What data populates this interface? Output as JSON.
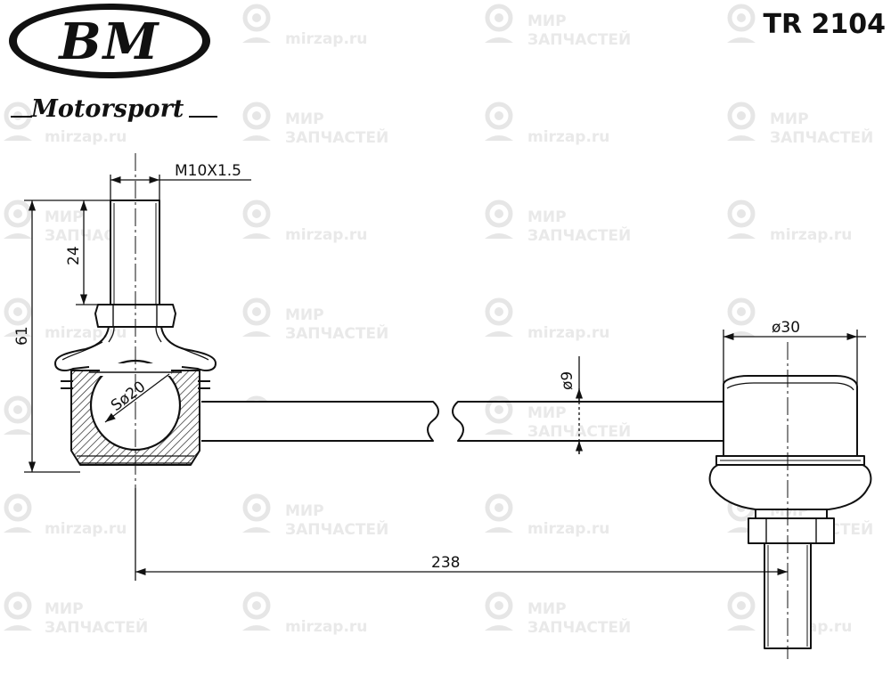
{
  "brand": {
    "logo_text": "BM",
    "sub_text": "Motorsport"
  },
  "part_number": "TR 2104",
  "watermark": {
    "site": "mirzap.ru",
    "line1": "МИР",
    "line2": "ЗАПЧАСТЕЙ",
    "icon": "mirzap-logo-icon"
  },
  "dimensions": {
    "thread": "M10X1.5",
    "stud_length": "24",
    "overall_height": "61",
    "ball_diameter": "Sø20",
    "rod_diameter": "ø9",
    "bushing_diameter": "ø30",
    "overall_length": "238"
  },
  "colors": {
    "line": "#111111",
    "watermark": "#e6e6e6"
  }
}
